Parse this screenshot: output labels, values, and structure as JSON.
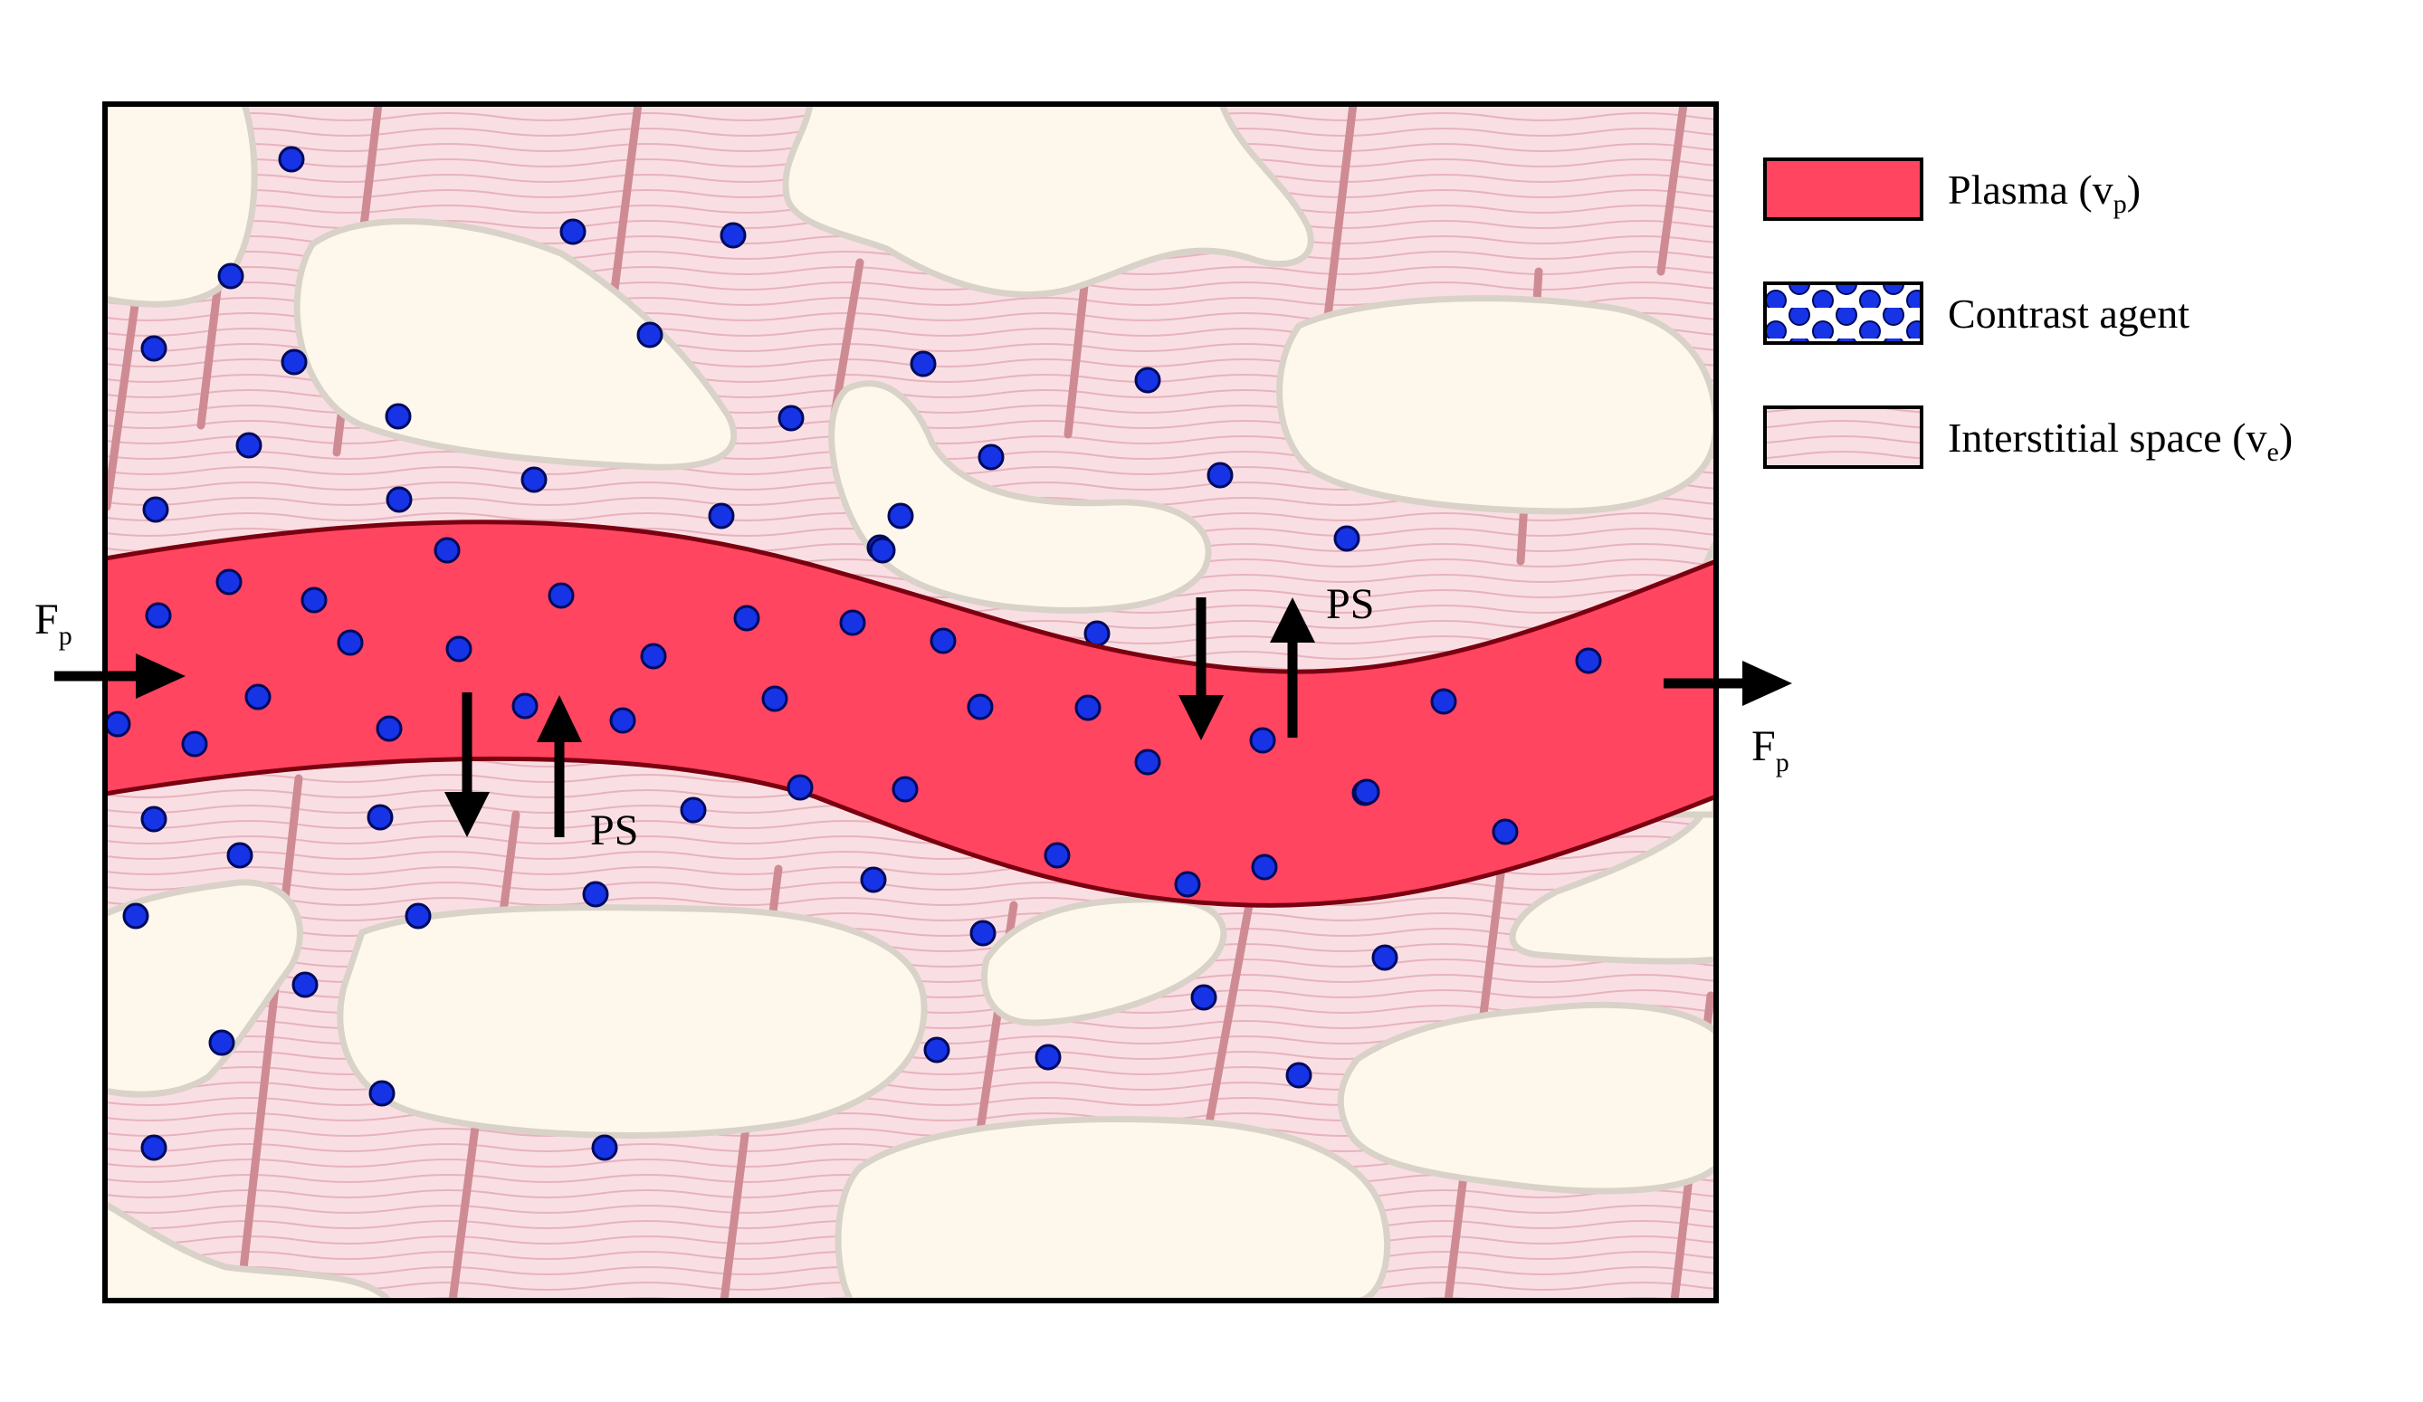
{
  "colors": {
    "plasma": "#ff4560",
    "plasma_edge": "#7a0010",
    "interstitial": "#f9dfe4",
    "interstitial_line": "#e7b3bd",
    "fibre": "#cf8b94",
    "cell": "#fdf7ec",
    "cell_edge": "#d9d2c8",
    "agent": "#1633e6",
    "agent_edge": "#000a5c",
    "arrow": "#000000",
    "frame": "#000000"
  },
  "labels": {
    "flow_in": {
      "main": "F",
      "sub": "p"
    },
    "flow_out": {
      "main": "F",
      "sub": "p"
    },
    "ps_left": "PS",
    "ps_right": "PS"
  },
  "legend": {
    "plasma": {
      "main": "Plasma (v",
      "sub": "p",
      "close": ")"
    },
    "agent": {
      "main": "Contrast agent"
    },
    "interstitial": {
      "main": "Interstitial space (v",
      "sub": "e",
      "close": ")"
    }
  },
  "icons": [
    "arrow-right-icon",
    "arrow-up-icon",
    "arrow-down-icon"
  ]
}
